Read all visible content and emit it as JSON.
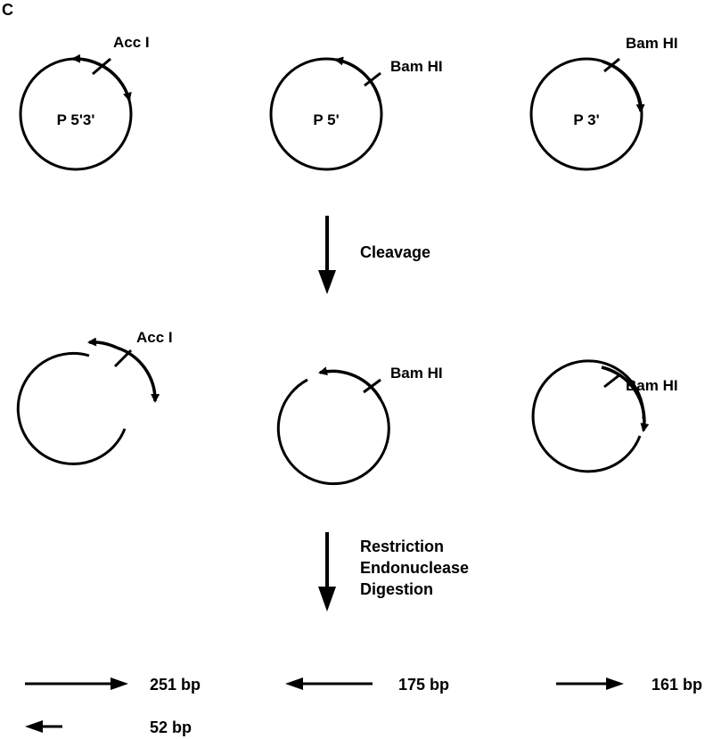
{
  "panel_label": "C",
  "row1": {
    "plasmids": [
      {
        "name": "P 5'3'",
        "site": "Acc I"
      },
      {
        "name": "P 5'",
        "site": "Bam HI"
      },
      {
        "name": "P 3'",
        "site": "Bam HI"
      }
    ]
  },
  "step1_label": "Cleavage",
  "row2": {
    "sites": [
      "Acc I",
      "Bam HI",
      "Bam HI"
    ]
  },
  "step2_label_lines": [
    "Restriction",
    "Endonuclease",
    "Digestion"
  ],
  "fragments": [
    {
      "size": "251 bp",
      "direction": "right"
    },
    {
      "size": "175 bp",
      "direction": "left"
    },
    {
      "size": "161 bp",
      "direction": "right"
    },
    {
      "size": "52 bp",
      "direction": "left"
    }
  ]
}
